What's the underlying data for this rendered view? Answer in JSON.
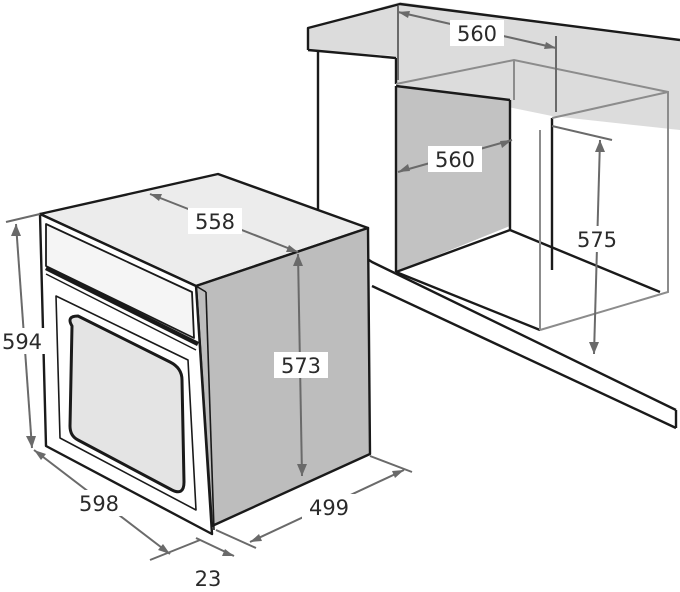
{
  "colors": {
    "outline": "#1a1a1a",
    "dimension": "#6a6a6a",
    "oven_side": "#bdbdbd",
    "oven_top": "#ececec",
    "counter_top": "#dcdcdc",
    "niche_back": "#c2c2c2",
    "niche_front_frame": "#8c8c8c",
    "door_window": "#e4e4e4"
  },
  "dimensions": {
    "cabinet_width_top": "560",
    "cabinet_width_niche": "560",
    "cabinet_height": "575",
    "oven_depth_top": "558",
    "oven_height_side": "573",
    "oven_height_front": "594",
    "oven_width": "598",
    "oven_depth_bottom": "499",
    "door_thickness": "23"
  }
}
